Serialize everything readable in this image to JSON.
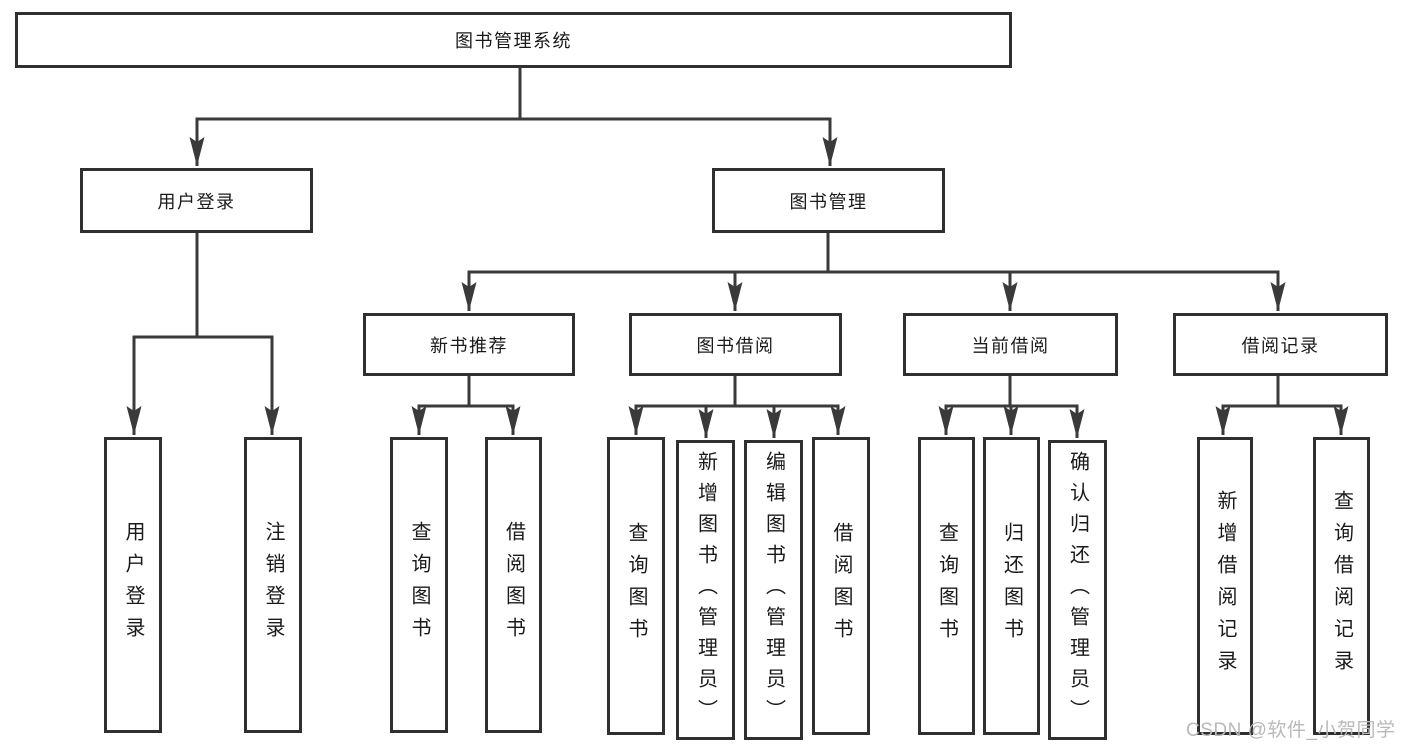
{
  "root": {
    "label": "图书管理系统"
  },
  "branches": [
    {
      "label": "用户登录",
      "children": [
        {
          "label": "用户登录"
        },
        {
          "label": "注销登录"
        }
      ]
    },
    {
      "label": "图书管理",
      "children": [
        {
          "label": "新书推荐",
          "children": [
            {
              "label": "查询图书"
            },
            {
              "label": "借阅图书"
            }
          ]
        },
        {
          "label": "图书借阅",
          "children": [
            {
              "label": "查询图书"
            },
            {
              "label": "新增图书（管理员）"
            },
            {
              "label": "编辑图书（管理员）"
            },
            {
              "label": "借阅图书"
            }
          ]
        },
        {
          "label": "当前借阅",
          "children": [
            {
              "label": "查询图书"
            },
            {
              "label": "归还图书"
            },
            {
              "label": "确认归还（管理员）"
            }
          ]
        },
        {
          "label": "借阅记录",
          "children": [
            {
              "label": "新增借阅记录"
            },
            {
              "label": "查询借阅记录"
            }
          ]
        }
      ]
    }
  ],
  "watermark": {
    "text": "CSDN @软件_小贺同学"
  },
  "colors": {
    "line": "#3a3a3a",
    "box_border": "#2f2f2f",
    "text": "#1a1a1a",
    "watermark": "#b9b9b9",
    "background": "#ffffff"
  }
}
